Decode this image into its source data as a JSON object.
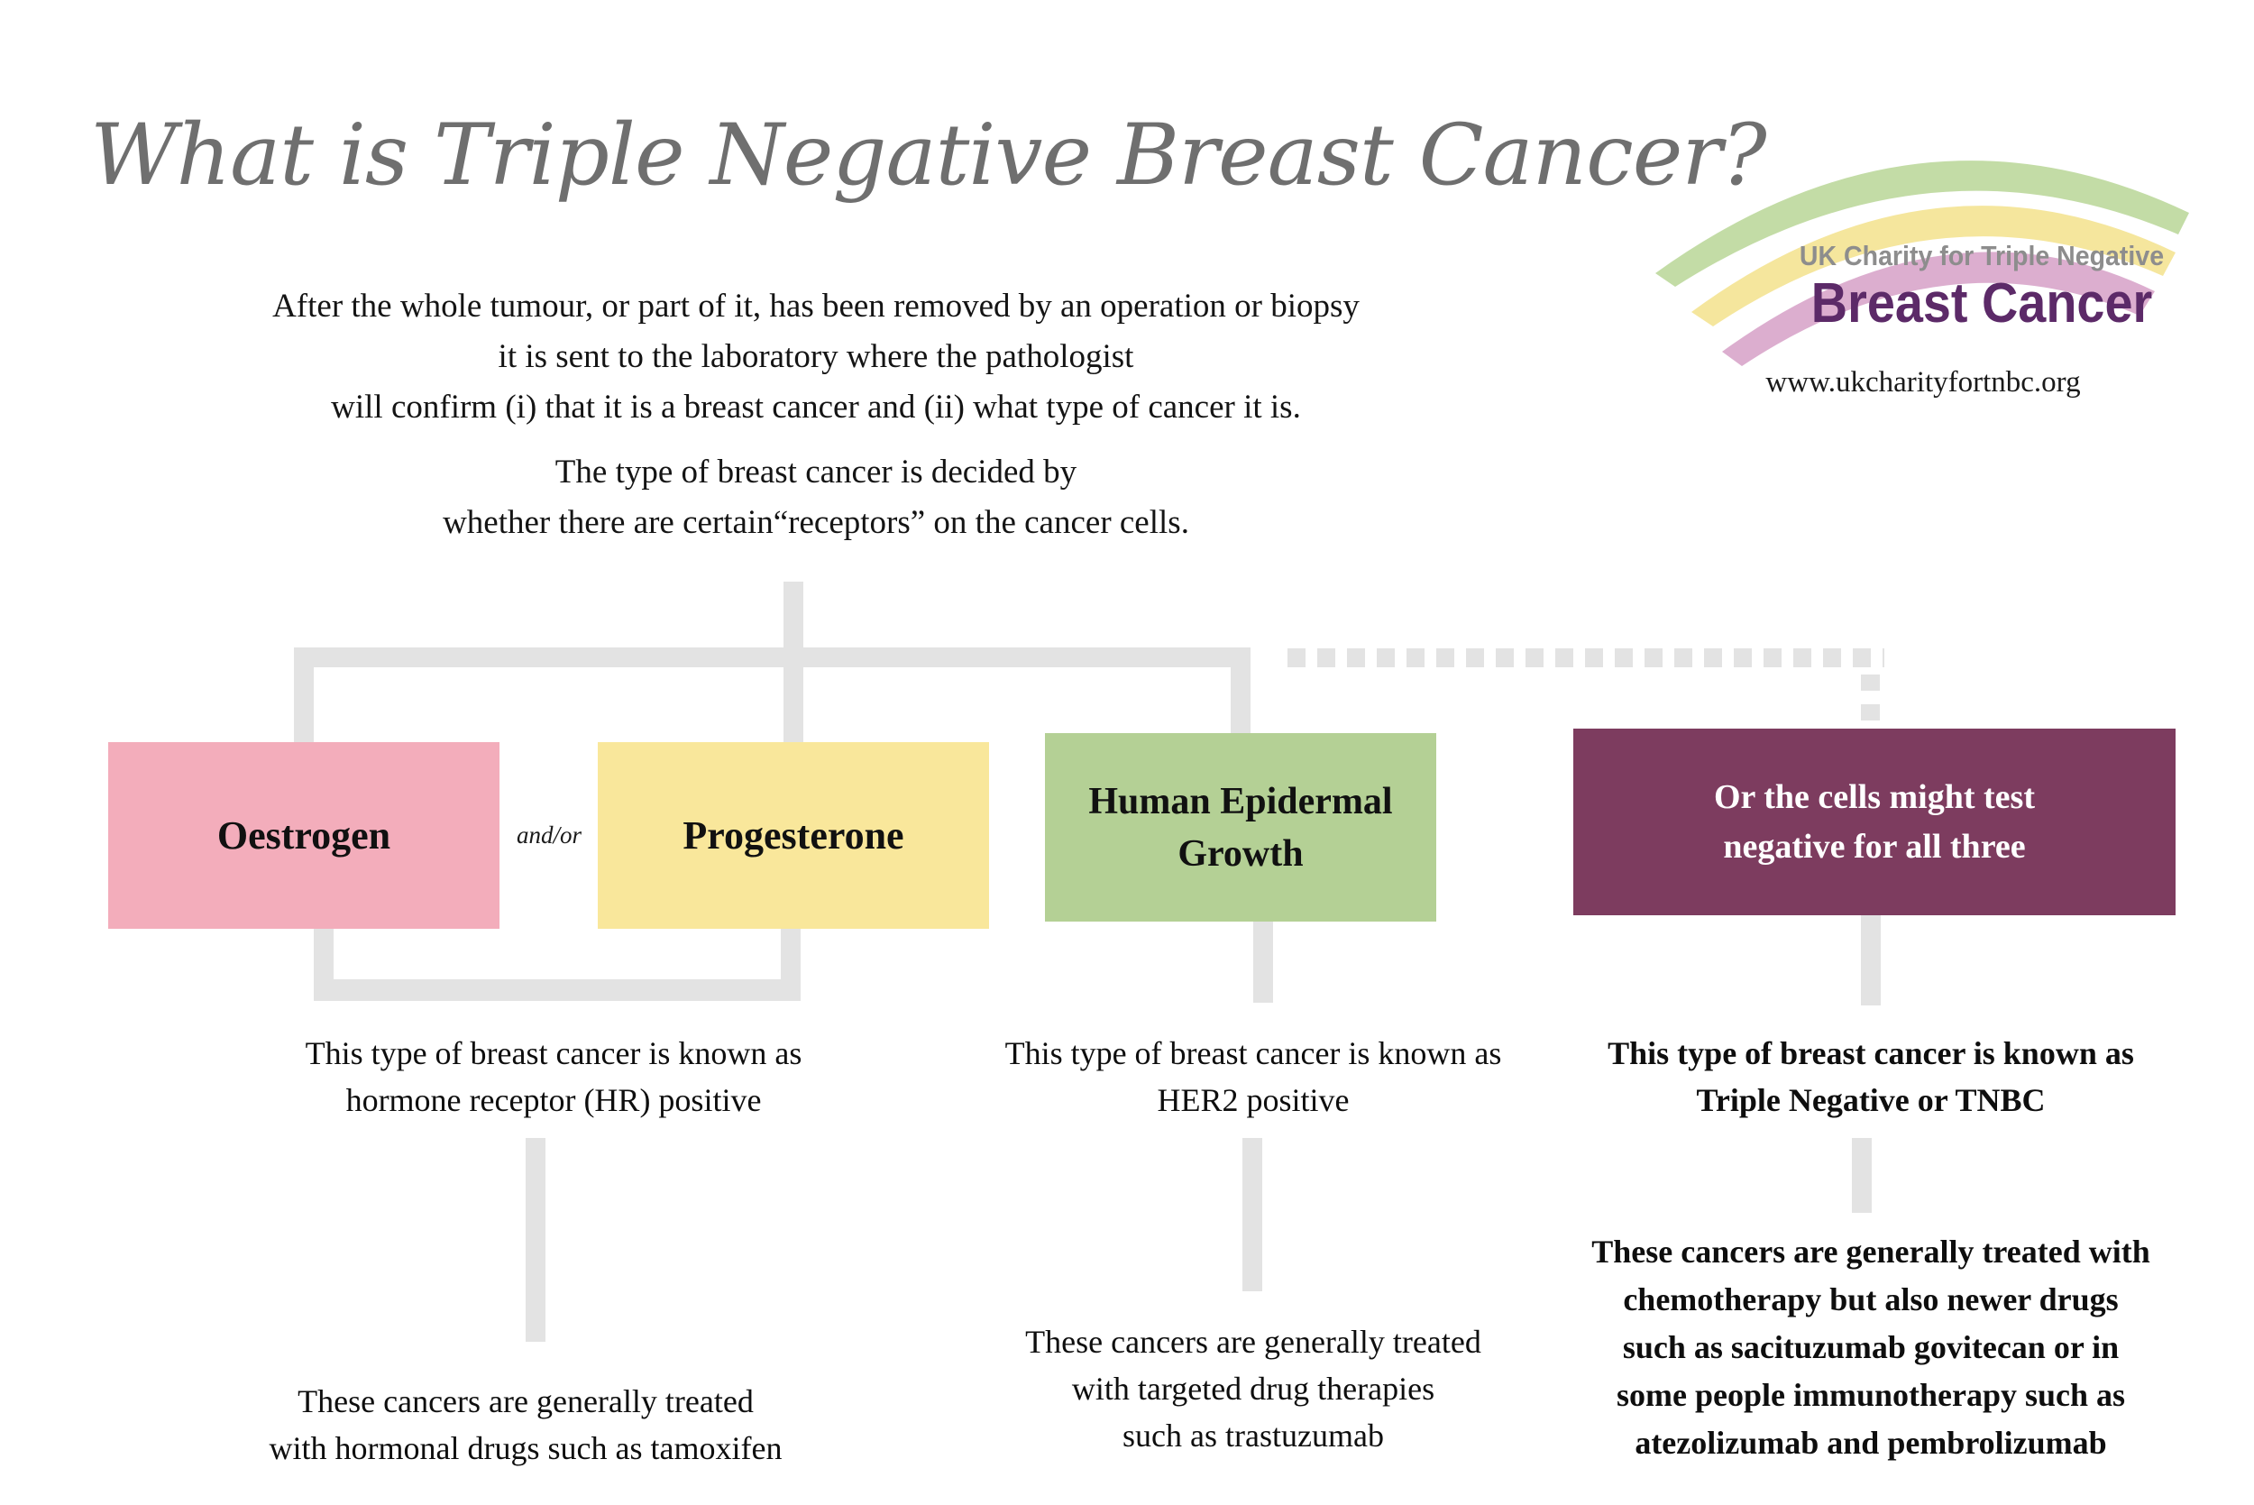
{
  "title": "What is Triple Negative Breast Cancer?",
  "logo": {
    "tagline": "UK Charity for Triple Negative",
    "name": "Breast Cancer",
    "website": "www.ukcharityfortnbc.org",
    "arc_colors": {
      "green": "#c3dca6",
      "yellow": "#f5e69d",
      "pink": "#dcaecf"
    }
  },
  "intro": {
    "lines": [
      "After the whole tumour, or part of it, has been removed by an operation or biopsy",
      "it is sent to the laboratory where the pathologist",
      "will confirm (i) that it is a breast cancer and (ii) what type of cancer it is."
    ]
  },
  "receptor_note": {
    "lines": [
      "The type of breast cancer is decided by",
      "whether there are certain“receptors” on the cancer cells."
    ]
  },
  "receptors": {
    "oestrogen": {
      "label": "Oestrogen",
      "color": "#f3adbb"
    },
    "conjunction": "and/or",
    "progesterone": {
      "label": "Progesterone",
      "color": "#f9e79b"
    },
    "human_epidermal": {
      "label_lines": [
        "Human Epidermal",
        "Growth"
      ],
      "color": "#b4d095"
    },
    "triple_negative": {
      "label_lines": [
        "Or the cells might test",
        "negative for all three"
      ],
      "color": "#7d3c5f",
      "text_color": "#ffffff"
    }
  },
  "classifications": {
    "hr": {
      "lines": [
        "This type of breast cancer is known as",
        "hormone receptor (HR) positive"
      ]
    },
    "her2": {
      "lines": [
        "This type of breast cancer is known as",
        "HER2 positive"
      ]
    },
    "tnbc": {
      "lines": [
        "This type of breast cancer is known as",
        "Triple Negative or TNBC"
      ]
    }
  },
  "treatments": {
    "hr": {
      "lines": [
        "These cancers are generally treated",
        "with hormonal drugs such as tamoxifen"
      ]
    },
    "her2": {
      "lines": [
        "These cancers are generally treated",
        "with targeted drug therapies",
        "such as trastuzumab"
      ]
    },
    "tnbc": {
      "lines": [
        "These cancers are generally treated with",
        "chemotherapy but also newer drugs",
        "such as sacituzumab govitecan or in",
        "some people immunotherapy such as",
        "atezolizumab and pembrolizumab"
      ]
    }
  },
  "connector_color": "#e3e3e3"
}
